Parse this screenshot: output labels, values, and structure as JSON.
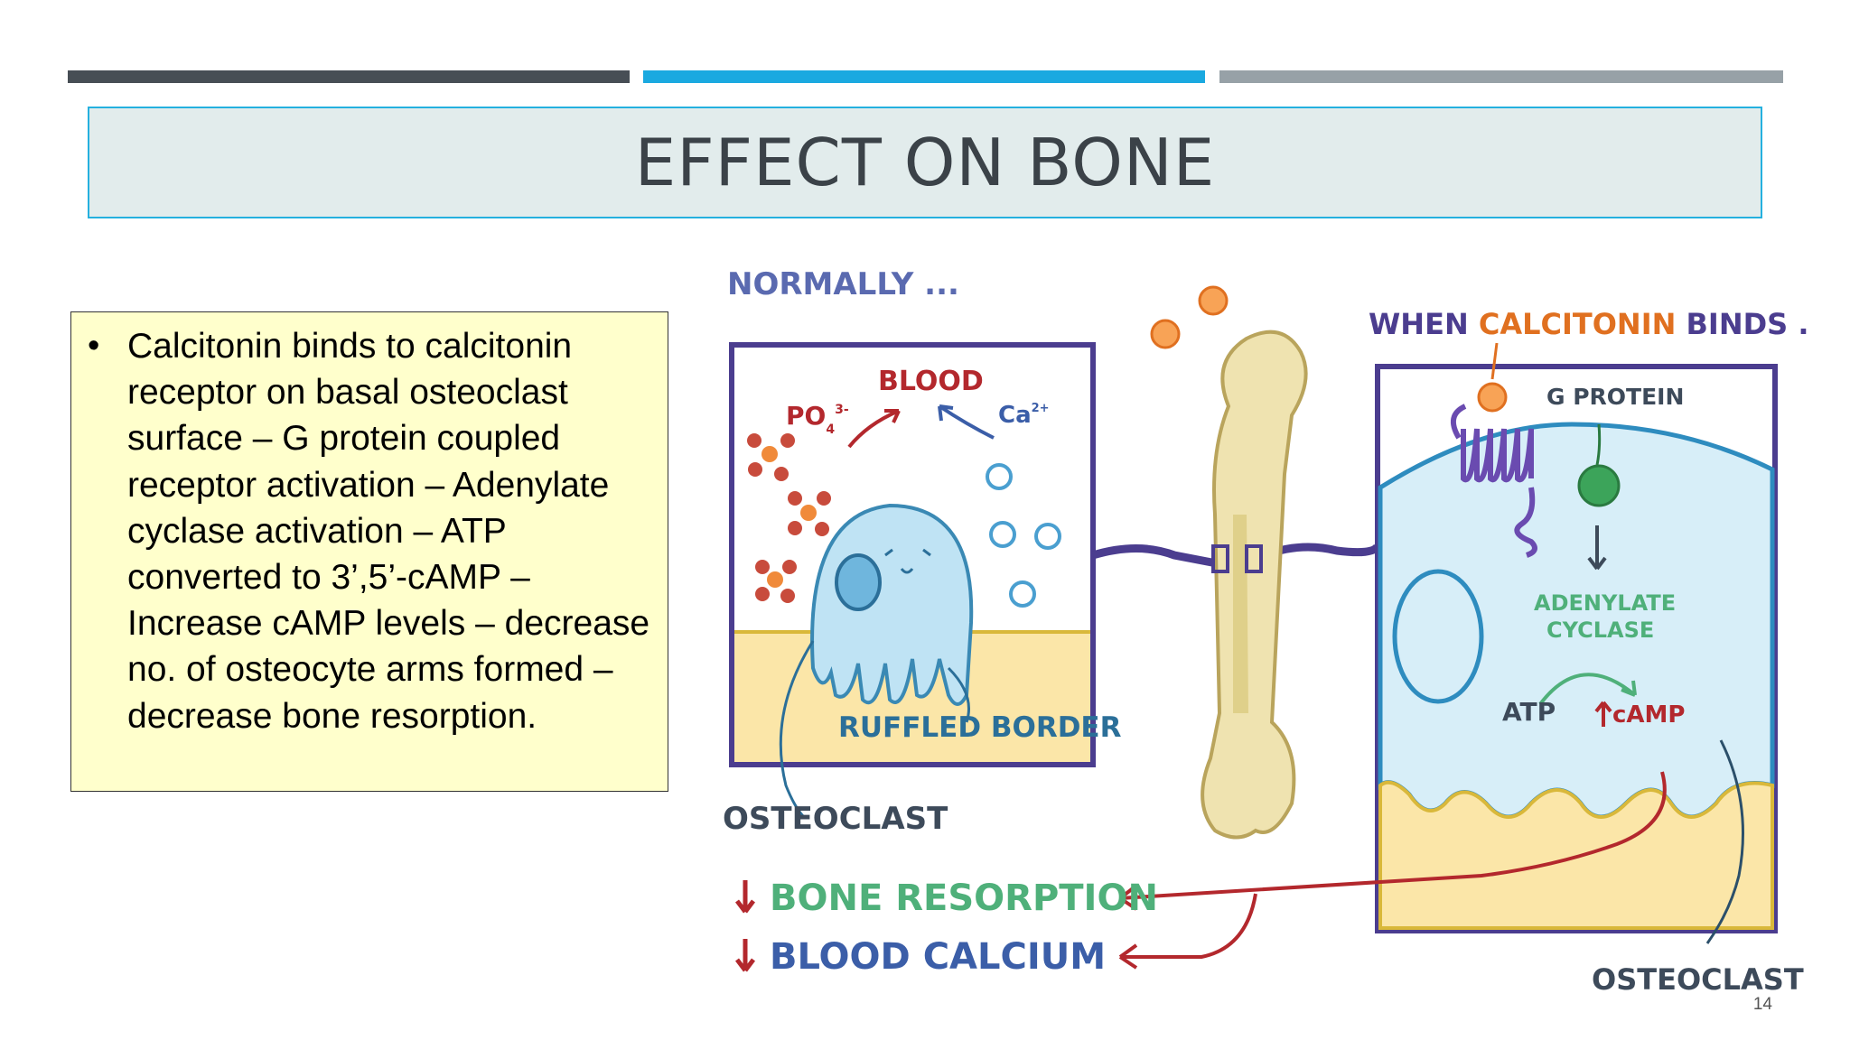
{
  "slide": {
    "title": "EFFECT ON BONE",
    "bullet": "Calcitonin binds to calcitonin receptor on basal osteoclast surface – G protein coupled receptor activation – Adenylate cyclase activation – ATP converted to 3’,5’-cAMP – Increase cAMP levels – decrease no. of osteocyte arms formed – decrease bone resorption.",
    "page_number": "14"
  },
  "figure": {
    "normally": "NORMALLY ...",
    "blood": "BLOOD",
    "po4": "PO",
    "po4_sub": "4",
    "po4_sup": "3-",
    "ca": "Ca",
    "ca_sup": "2+",
    "ruffled_border": "RUFFLED BORDER",
    "osteoclast_left": "OSTEOCLAST",
    "when_prefix": "WHEN ",
    "when_calcitonin": "CALCITONIN",
    "when_suffix": " BINDS ...",
    "g_protein": "G PROTEIN",
    "adenylate": "ADENYLATE",
    "cyclase": "CYCLASE",
    "atp": "ATP",
    "camp": "cAMP",
    "osteoclast_right": "OSTEOCLAST",
    "bone_resorption": "BONE RESORPTION",
    "blood_calcium": "BLOOD CALCIUM",
    "colors": {
      "purple": "#4b3d8f",
      "green": "#4fb07a",
      "blue_label": "#3b5ea8",
      "orange": "#f08a3a",
      "red": "#b3282d",
      "bone": "#efe3b0",
      "cell_blue": "#bfe3f4",
      "floor": "#fbe6a8"
    }
  }
}
